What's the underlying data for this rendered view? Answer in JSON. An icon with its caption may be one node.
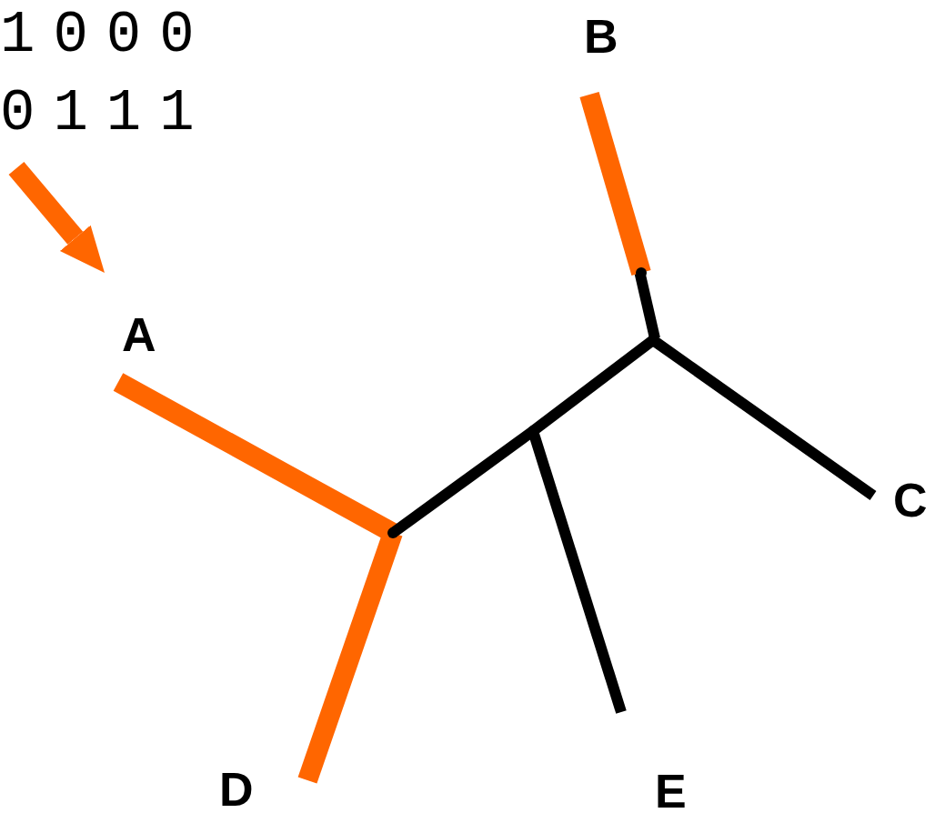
{
  "diagram": {
    "nodes": [
      {
        "text": [
          "1000",
          "0111"
        ]
      },
      {
        "text": [
          "A"
        ]
      },
      {
        "text": [
          "B"
        ]
      },
      {
        "text": [
          "C"
        ]
      },
      {
        "text": [
          "D"
        ]
      },
      {
        "text": [
          "E"
        ]
      },
      {
        "text": [],
        "shape": "point"
      },
      {
        "text": [],
        "shape": "point"
      },
      {
        "text": [],
        "shape": "point"
      },
      {
        "text": [],
        "shape": "point"
      }
    ],
    "edges": [
      {
        "from": 0,
        "to": 1,
        "arrow": "to",
        "style": "thick",
        "color": "#ff6600"
      },
      {
        "from": 6,
        "to": 1,
        "arrow": "none",
        "style": "thick",
        "color": "#ff6600"
      },
      {
        "from": 6,
        "to": 4,
        "arrow": "none",
        "style": "thick",
        "color": "#ff6600"
      },
      {
        "from": 6,
        "to": 7,
        "arrow": "none"
      },
      {
        "from": 7,
        "to": 5,
        "arrow": "none"
      },
      {
        "from": 7,
        "to": 8,
        "arrow": "none"
      },
      {
        "from": 8,
        "to": 9,
        "arrow": "none"
      },
      {
        "from": 9,
        "to": 2,
        "arrow": "none",
        "style": "thick",
        "color": "#ff6600"
      },
      {
        "from": 8,
        "to": 3,
        "arrow": "none"
      }
    ]
  }
}
